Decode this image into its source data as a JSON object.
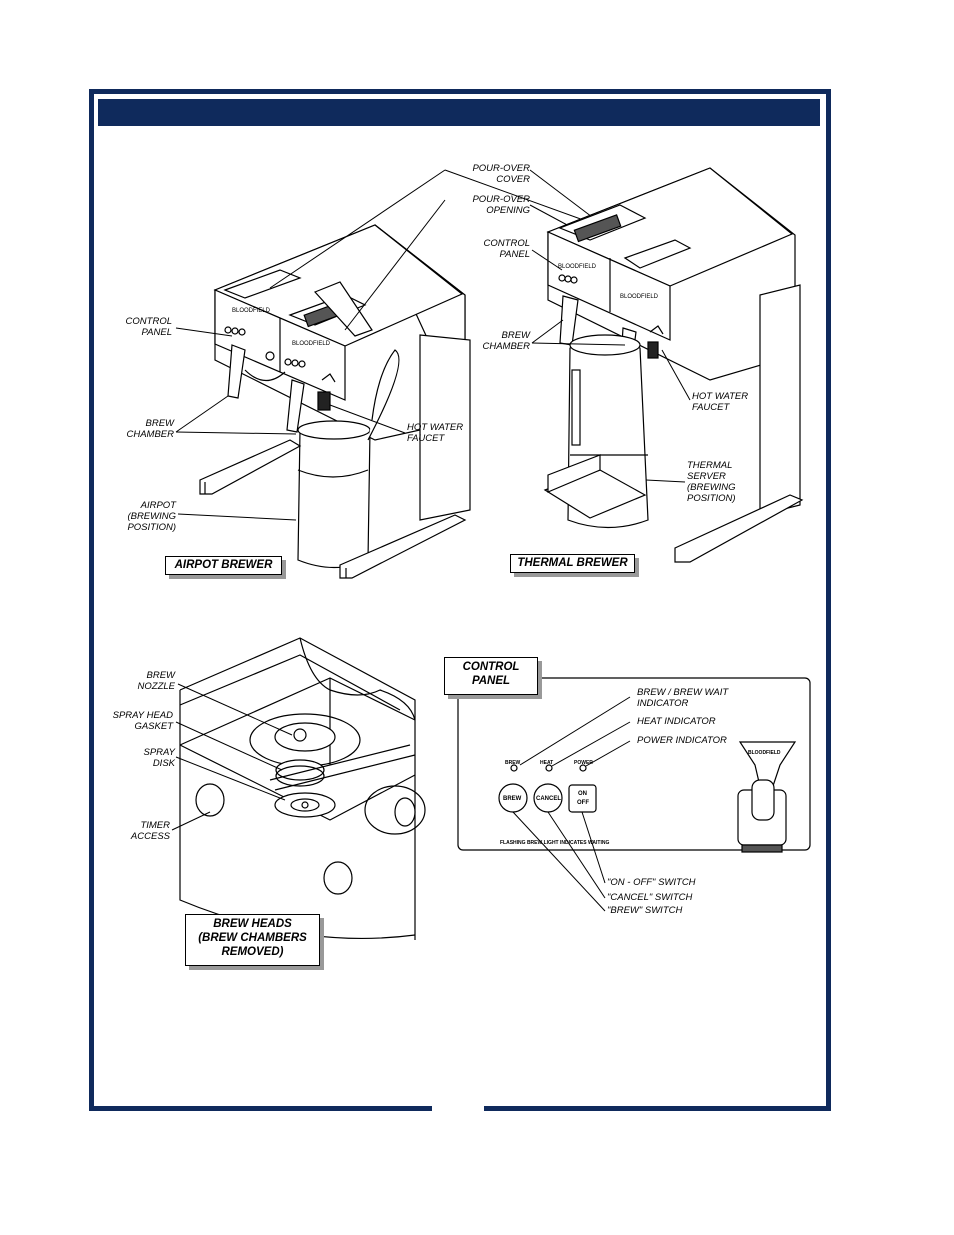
{
  "header": {
    "bar_color": "#0f2a5c"
  },
  "airpot": {
    "caption": "AIRPOT BREWER",
    "labels": {
      "control_panel": "CONTROL\nPANEL",
      "brew_chamber": "BREW\nCHAMBER",
      "hot_water_faucet": "HOT WATER\nFAUCET",
      "airpot": "AIRPOT\n(BREWING\nPOSITION)"
    }
  },
  "thermal": {
    "caption": "THERMAL BREWER",
    "labels": {
      "pour_over_cover": "POUR-OVER\nCOVER",
      "pour_over_opening": "POUR-OVER\nOPENING",
      "control_panel": "CONTROL\nPANEL",
      "brew_chamber": "BREW\nCHAMBER",
      "hot_water_faucet": "HOT WATER\nFAUCET",
      "thermal_server": "THERMAL\nSERVER\n(BREWING\nPOSITION)"
    }
  },
  "brew_heads": {
    "caption": "BREW HEADS\n(BREW CHAMBERS\nREMOVED)",
    "labels": {
      "brew_nozzle": "BREW\nNOZZLE",
      "spray_head_gasket": "SPRAY HEAD\nGASKET",
      "spray_disk": "SPRAY\nDISK",
      "timer_access": "TIMER\nACCESS"
    }
  },
  "control_panel": {
    "caption": "CONTROL\nPANEL",
    "labels": {
      "brew_wait_indicator": "BREW / BREW WAIT\nINDICATOR",
      "heat_indicator": "HEAT INDICATOR",
      "power_indicator": "POWER INDICATOR",
      "on_off_switch": "\"ON - OFF\" SWITCH",
      "cancel_switch": "\"CANCEL\" SWITCH",
      "brew_switch": "\"BREW\" SWITCH"
    },
    "panel_text": {
      "brew_small": "BREW",
      "heat_small": "HEAT",
      "power_small": "POWER",
      "brew_button": "BREW",
      "cancel_button": "CANCEL",
      "on": "ON",
      "off": "OFF",
      "footer": "FLASHING BREW LIGHT INDICATES WAITING",
      "logo": "BLOODFIELD"
    }
  }
}
